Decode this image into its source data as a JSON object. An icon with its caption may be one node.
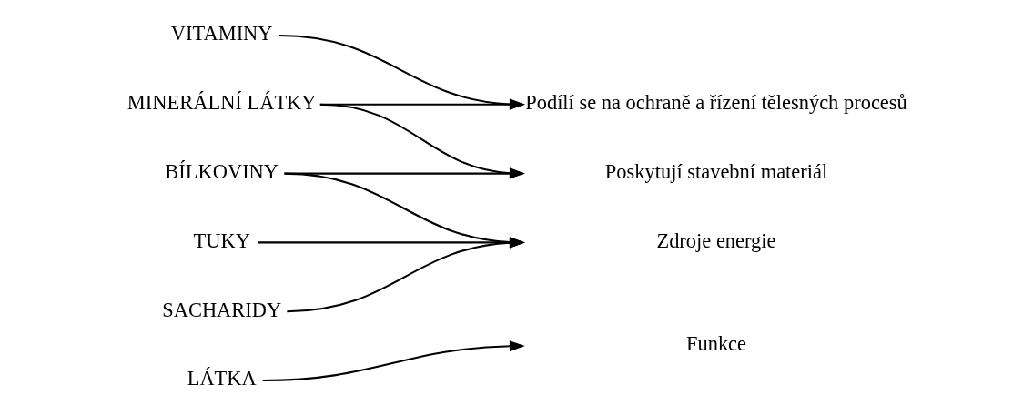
{
  "diagram": {
    "nodes": [
      {
        "text": [
          "LÁTKA"
        ]
      },
      {
        "text": [
          "Funkce"
        ]
      },
      {
        "text": [
          "SACHARIDY"
        ]
      },
      {
        "text": [
          "TUKY"
        ]
      },
      {
        "text": [
          "BÍLKOVINY"
        ]
      },
      {
        "text": [
          "MINERÁLNÍ LÁTKY"
        ]
      },
      {
        "text": [
          "VITAMINY"
        ]
      },
      {
        "text": [
          "Zdroje energie"
        ]
      },
      {
        "text": [
          "Poskytují stavební materiál"
        ]
      },
      {
        "text": [
          "Podílí se na ochraně a řízení tělesných procesů"
        ]
      }
    ],
    "edges": [
      {
        "from": 0,
        "to": 1,
        "arrow": "to"
      },
      {
        "from": 2,
        "to": 7,
        "arrow": "to"
      },
      {
        "from": 3,
        "to": 7,
        "arrow": "to"
      },
      {
        "from": 4,
        "to": 7,
        "arrow": "to"
      },
      {
        "from": 4,
        "to": 8,
        "arrow": "to"
      },
      {
        "from": 5,
        "to": 8,
        "arrow": "to"
      },
      {
        "from": 5,
        "to": 9,
        "arrow": "to"
      },
      {
        "from": 6,
        "to": 9,
        "arrow": "to"
      }
    ]
  }
}
